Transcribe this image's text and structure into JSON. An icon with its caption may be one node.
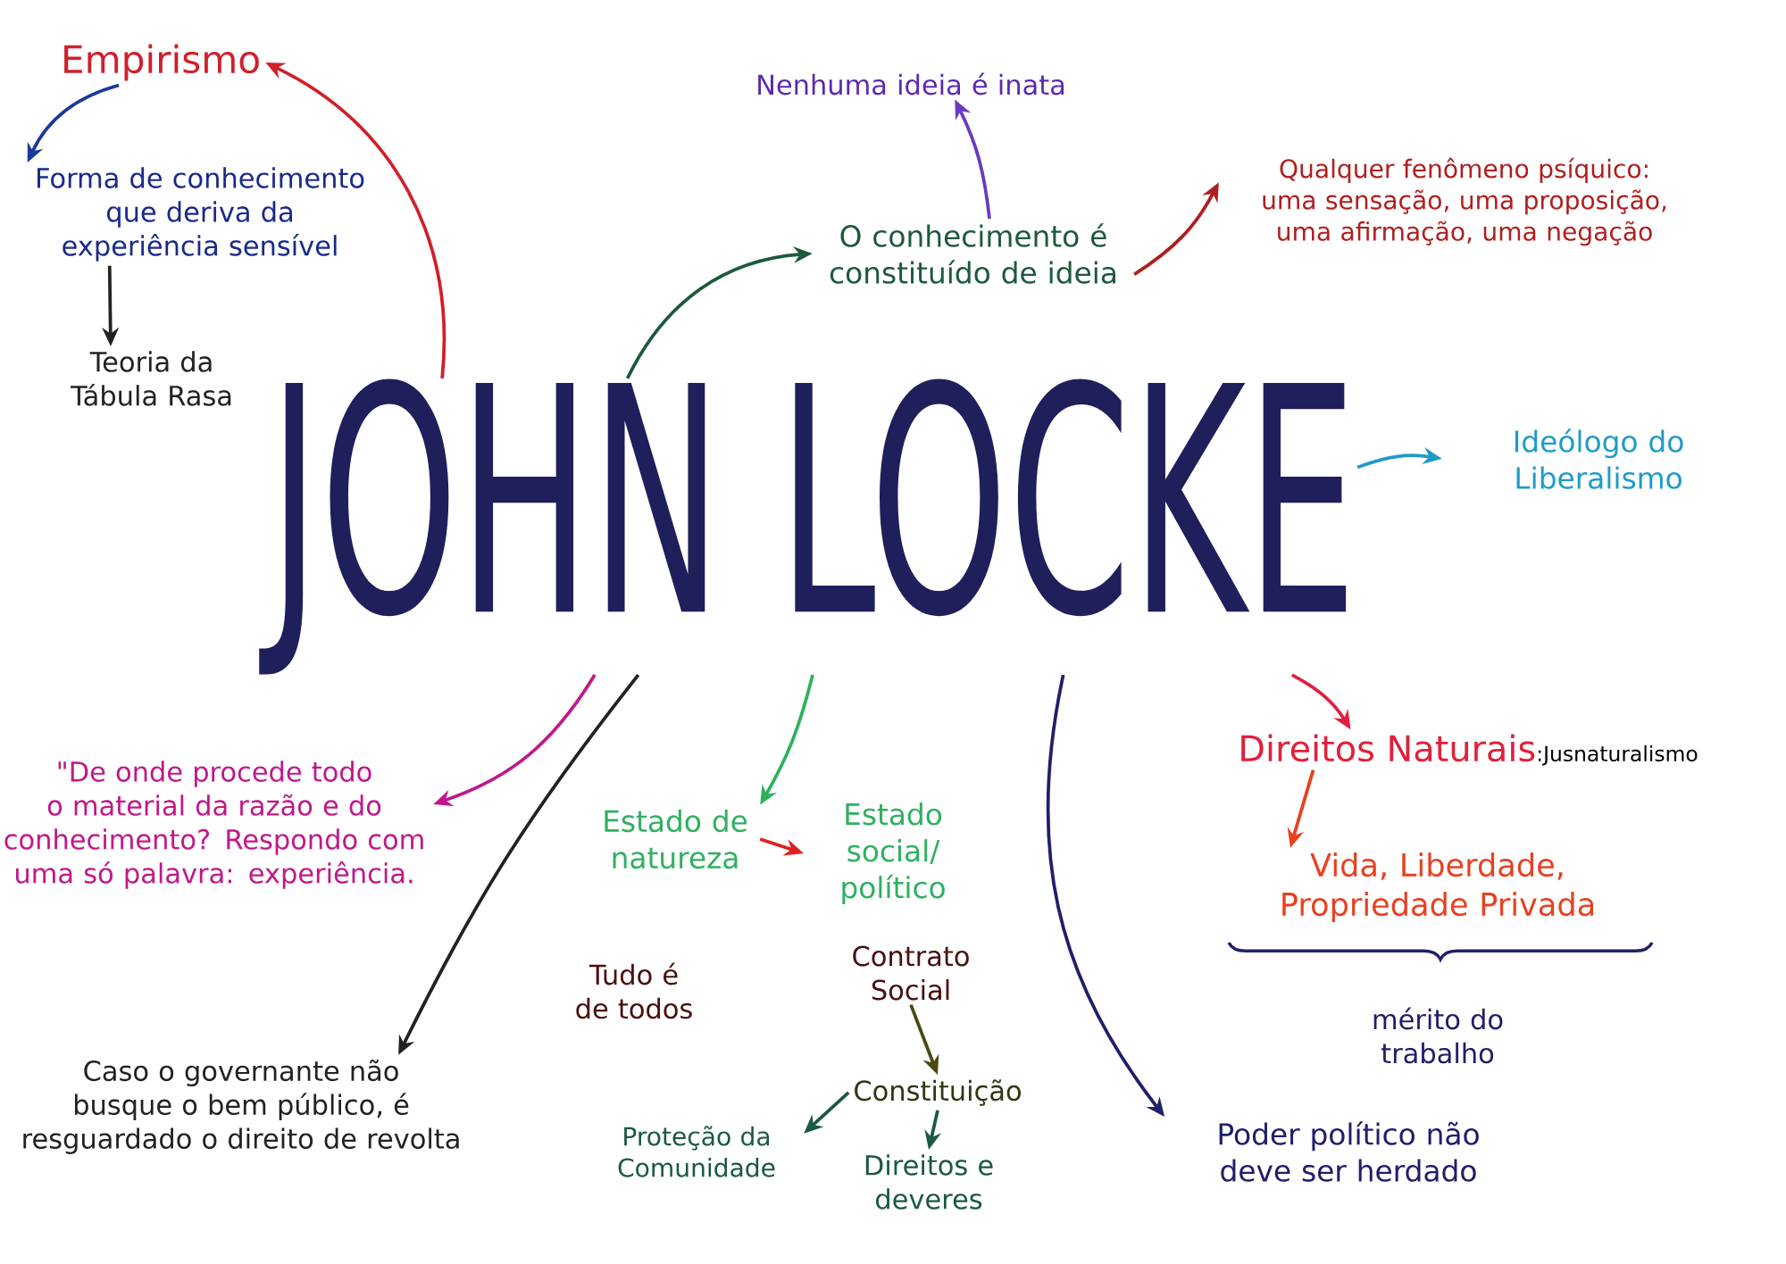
{
  "diagram": {
    "nodes": [
      {
        "text": [
          "JOHN LOCKE"
        ]
      },
      {
        "text": [
          "Empirismo"
        ]
      },
      {
        "text": [
          "Forma de conhecimento que deriva da experiência sensível"
        ]
      },
      {
        "text": [
          "Teoria da Tábula Rasa"
        ]
      },
      {
        "text": [
          "Nenhuma ideia é inata"
        ]
      },
      {
        "text": [
          "O conhecimento é constituído de ideia"
        ]
      },
      {
        "text": [
          "Qualquer fenômeno psíquico: uma sensação, uma proposição, uma afirmação, uma negação"
        ]
      },
      {
        "text": [
          "Ideólogo do Liberalismo"
        ]
      },
      {
        "text": [
          "\"De onde procede todo o material da razão e do conhecimento? Respondo com uma só palavra: experiência."
        ]
      },
      {
        "text": [
          "Caso o governante não busque o bem público, é resguardado o direito de revolta"
        ]
      },
      {
        "text": [
          "Estado de natureza"
        ],
        "beside": [
          "Tudo é de todos"
        ]
      },
      {
        "text": [
          "Estado social/ político"
        ]
      },
      {
        "text": [
          "Contrato Social"
        ]
      },
      {
        "text": [
          "Constituição"
        ]
      },
      {
        "text": [
          "Proteção da Comunidade"
        ]
      },
      {
        "text": [
          "Direitos e deveres"
        ]
      },
      {
        "text": [
          "Poder político não deve ser herdado"
        ]
      },
      {
        "text": [
          "Direitos Naturais",
          ":Jusnaturalismo"
        ]
      },
      {
        "text": [
          "Vida, Liberdade, Propriedade Privada"
        ],
        "beside": [
          "mérito do trabalho"
        ]
      }
    ],
    "edges": [
      {
        "from": 0,
        "to": 1,
        "arrow": "to",
        "color": "#d0202a"
      },
      {
        "from": 1,
        "to": 2,
        "arrow": "to",
        "color": "#1a3a9a"
      },
      {
        "from": 2,
        "to": 3,
        "arrow": "to",
        "color": "#222222"
      },
      {
        "from": 0,
        "to": 5,
        "arrow": "to",
        "color": "#1d5a3a"
      },
      {
        "from": 5,
        "to": 4,
        "arrow": "to",
        "color": "#6a3ac0"
      },
      {
        "from": 5,
        "to": 6,
        "arrow": "to",
        "color": "#b01e1e"
      },
      {
        "from": 0,
        "to": 7,
        "arrow": "to",
        "color": "#1f9bc8"
      },
      {
        "from": 0,
        "to": 8,
        "arrow": "to",
        "color": "#c0188a"
      },
      {
        "from": 0,
        "to": 9,
        "arrow": "to",
        "color": "#222222"
      },
      {
        "from": 0,
        "to": 10,
        "arrow": "to",
        "color": "#2fb060"
      },
      {
        "from": 10,
        "to": 11,
        "arrow": "to",
        "color": "#e02020"
      },
      {
        "from": 12,
        "to": 13,
        "arrow": "to",
        "color": "#4a4a10"
      },
      {
        "from": 13,
        "to": 14,
        "arrow": "to",
        "color": "#1a5a40"
      },
      {
        "from": 13,
        "to": 15,
        "arrow": "to",
        "color": "#1a5a40"
      },
      {
        "from": 0,
        "to": 16,
        "arrow": "to",
        "color": "#1f1f6a"
      },
      {
        "from": 0,
        "to": 17,
        "arrow": "to",
        "color": "#e02040"
      },
      {
        "from": 17,
        "to": 18,
        "arrow": "to",
        "color": "#e84020"
      }
    ]
  }
}
